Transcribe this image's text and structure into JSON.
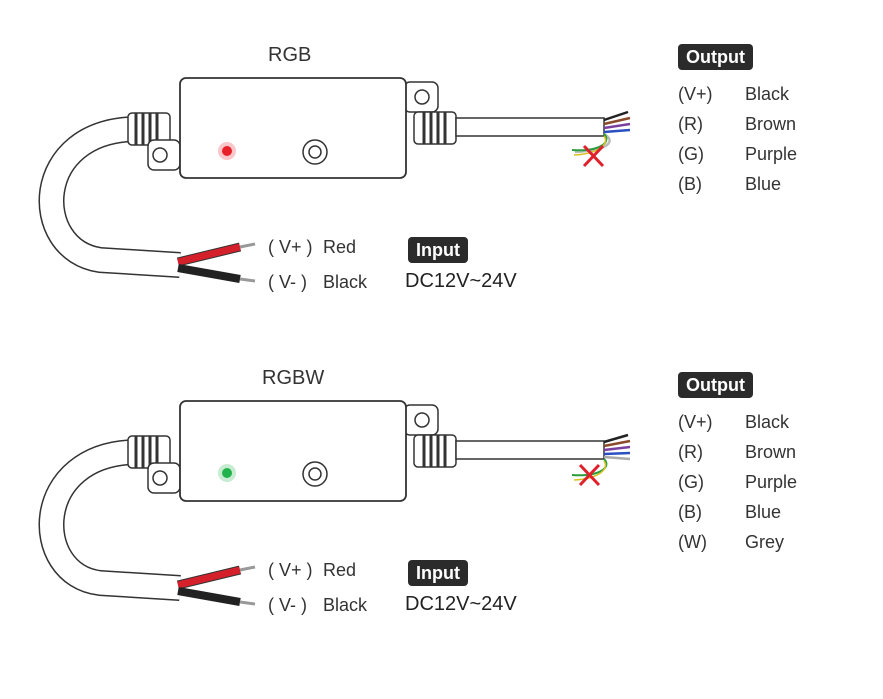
{
  "diagrams": [
    {
      "title": "RGB",
      "led_color": "#e8202a",
      "output": {
        "label": "Output",
        "pins": [
          {
            "code": "(V+)",
            "wire": "Black"
          },
          {
            "code": "(R)",
            "wire": "Brown"
          },
          {
            "code": "(G)",
            "wire": "Purple"
          },
          {
            "code": "(B)",
            "wire": "Blue"
          }
        ]
      },
      "input": {
        "label": "Input",
        "voltage": "DC12V~24V",
        "pos": {
          "code": "( V+ )",
          "wire": "Red"
        },
        "neg": {
          "code": "( V- )",
          "wire": "Black"
        }
      }
    },
    {
      "title": "RGBW",
      "led_color": "#22b24c",
      "output": {
        "label": "Output",
        "pins": [
          {
            "code": "(V+)",
            "wire": "Black"
          },
          {
            "code": "(R)",
            "wire": "Brown"
          },
          {
            "code": "(G)",
            "wire": "Purple"
          },
          {
            "code": "(B)",
            "wire": "Blue"
          },
          {
            "code": "(W)",
            "wire": "Grey"
          }
        ]
      },
      "input": {
        "label": "Input",
        "voltage": "DC12V~24V",
        "pos": {
          "code": "( V+ )",
          "wire": "Red"
        },
        "neg": {
          "code": "( V- )",
          "wire": "Black"
        }
      }
    }
  ],
  "colors": {
    "outline": "#333333",
    "red_wire": "#d4202a",
    "black_wire": "#222222",
    "cross": "#e0202a"
  }
}
